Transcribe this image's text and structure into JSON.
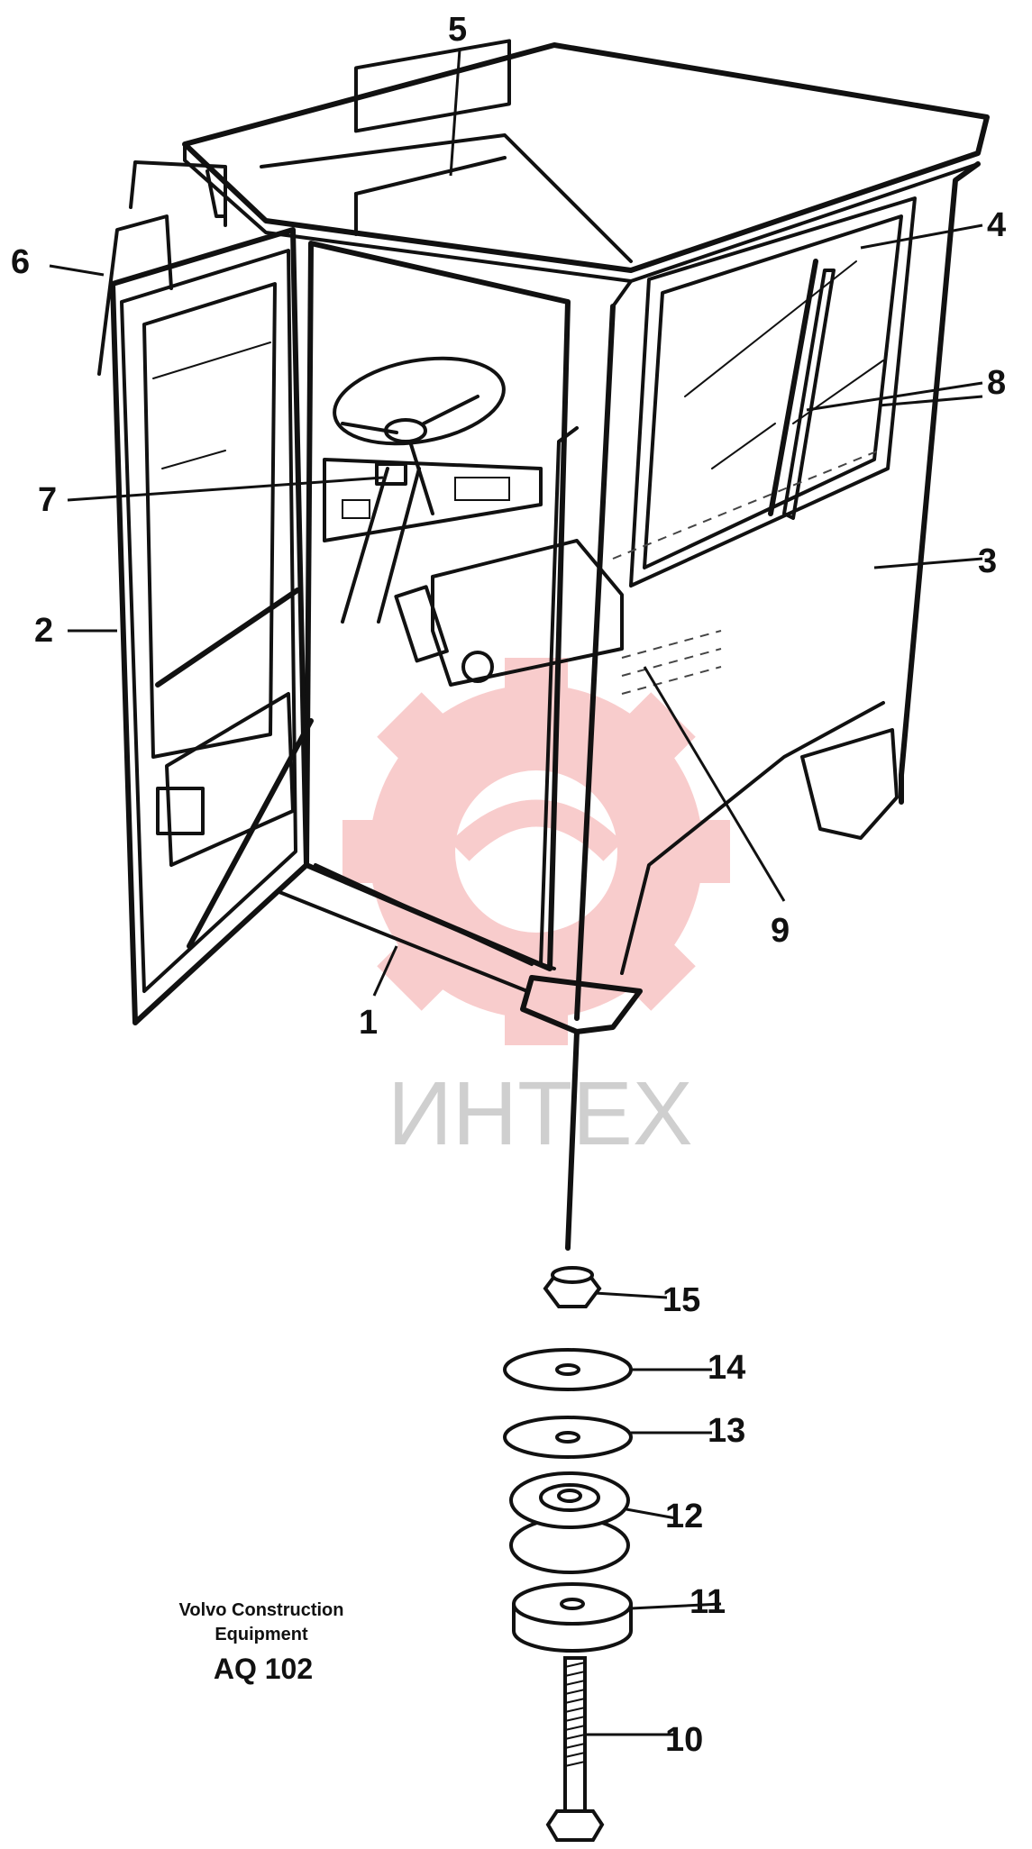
{
  "callouts": {
    "c1": "1",
    "c2": "2",
    "c3": "3",
    "c4": "4",
    "c5": "5",
    "c6": "6",
    "c7": "7",
    "c8": "8",
    "c9": "9",
    "c10": "10",
    "c11": "11",
    "c12": "12",
    "c13": "13",
    "c14": "14",
    "c15": "15"
  },
  "caption": {
    "line1": "Volvo Construction",
    "line2": "Equipment",
    "code": "AQ 102"
  },
  "watermark": {
    "text": "ИНТЕХ",
    "color": "#f4a3a3"
  }
}
